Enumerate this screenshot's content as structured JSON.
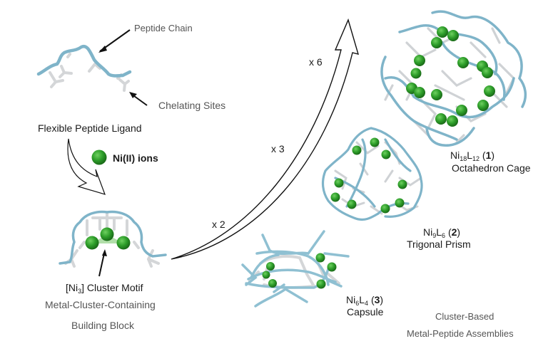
{
  "colors": {
    "peptide_chain": "#7fb4c9",
    "chelating_sites": "#d4d6d8",
    "ni_ion": "#2e9e2a",
    "ni_ion_highlight": "#5cc44f",
    "cluster_triangle": "#a9dba0",
    "arrow": "#111111",
    "label_gray": "#555555",
    "label_dark": "#1a1a1a"
  },
  "ligand": {
    "peptide_chain_label": "Peptide Chain",
    "chelating_sites_label": "Chelating Sites",
    "title": "Flexible Peptide Ligand"
  },
  "ions": {
    "label": "Ni(II) ions"
  },
  "building_block": {
    "motif_prefix": "[Ni",
    "motif_sub": "3",
    "motif_suffix": "] Cluster Motif",
    "line1": "Metal-Cluster-Containing",
    "line2": "Building Block"
  },
  "multipliers": [
    "x 2",
    "x 3",
    "x 6"
  ],
  "assemblies": [
    {
      "ni": "Ni",
      "ni_sub": "18",
      "l": "L",
      "l_sub": "12",
      "num": "1",
      "name": "Octahedron Cage"
    },
    {
      "ni": "Ni",
      "ni_sub": "9",
      "l": "L",
      "l_sub": "6",
      "num": "2",
      "name": "Trigonal Prism"
    },
    {
      "ni": "Ni",
      "ni_sub": "6",
      "l": "L",
      "l_sub": "4",
      "num": "3",
      "name": "Capsule"
    }
  ],
  "footer": {
    "line1": "Cluster-Based",
    "line2": "Metal-Peptide Assemblies"
  }
}
